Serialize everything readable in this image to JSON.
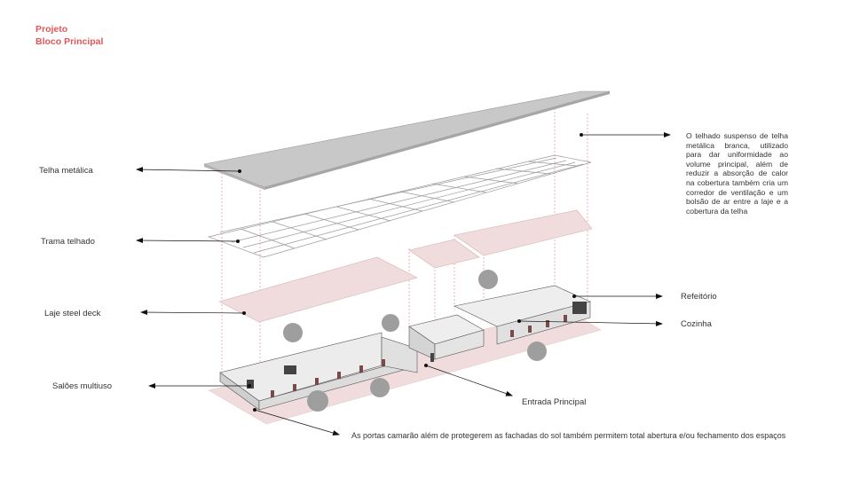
{
  "header": {
    "line1": "Projeto",
    "line2": "Bloco Principal"
  },
  "labels": {
    "telha": "Telha metálica",
    "trama": "Trama telhado",
    "laje": "Laje steel deck",
    "saloes": "Salões multiuso",
    "refeitorio": "Refeitório",
    "cozinha": "Cozinha",
    "entrada": "Entrada Principal"
  },
  "description": "O telhado suspenso de telha metálica branca, utilizado para dar uniformidade ao volume principal, além de reduzir a absorção de calor na cobertura também cria um corredor de ventilação e um bolsão de ar entre a laje e a cobertura da telha",
  "caption": "As portas camarão além de protegerem as fachadas do sol também permitem total abertura e/ou fechamento dos espaços",
  "colors": {
    "accent": "#e0575a",
    "roof": "#c8c8c8",
    "slab": "#f0dcdc",
    "wall": "#e6e6e6"
  }
}
